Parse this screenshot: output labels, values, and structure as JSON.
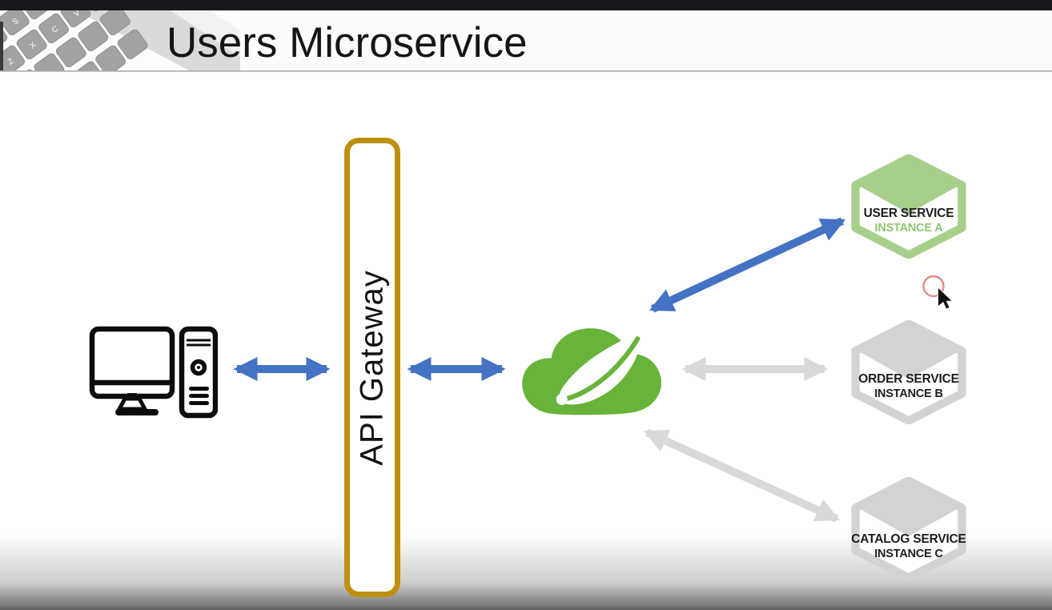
{
  "slide": {
    "title": "Users Microservice"
  },
  "diagram": {
    "client": {
      "icon": "desktop-computer-icon"
    },
    "gateway": {
      "label": "API Gateway",
      "border_color": "#BE8F0B"
    },
    "middleware": {
      "icon": "spring-cloud-logo",
      "color": "#68B43A"
    },
    "services": [
      {
        "line1": "USER SERVICE",
        "line2": "INSTANCE A",
        "accent": "#A7CF8C",
        "line2_color": "#8FC470",
        "state": "active"
      },
      {
        "line1": "ORDER SERVICE",
        "line2": "INSTANCE B",
        "accent": "#D3D3D5",
        "line2_color": "#1d1d1d",
        "state": "inactive"
      },
      {
        "line1": "CATALOG SERVICE",
        "line2": "INSTANCE C",
        "accent": "#D3D3D5",
        "line2_color": "#1d1d1d",
        "state": "inactive"
      }
    ],
    "arrows": [
      {
        "name": "client-to-gateway",
        "type": "double-headed",
        "color": "#4472C4"
      },
      {
        "name": "gateway-to-spring",
        "type": "double-headed",
        "color": "#4472C4"
      },
      {
        "name": "spring-to-user-service",
        "type": "double-headed",
        "color": "#4472C4"
      },
      {
        "name": "spring-to-order-service",
        "type": "double-headed",
        "color": "#D9D9D9"
      },
      {
        "name": "spring-to-catalog-service",
        "type": "double-headed",
        "color": "#D9D9D9"
      }
    ],
    "cursor": {
      "icon": "mouse-cursor-icon",
      "ring_color": "#E08A8C"
    },
    "decoration": {
      "icon": "laptop-keyboard-photo"
    }
  }
}
